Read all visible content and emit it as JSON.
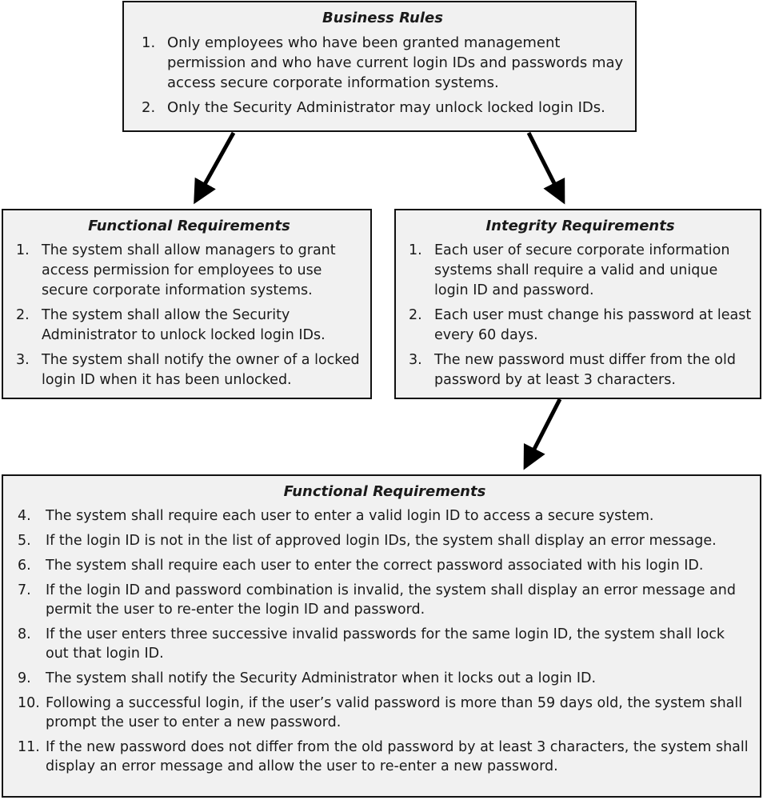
{
  "business_rules": {
    "title": "Business Rules",
    "items": [
      {
        "num": "1.",
        "text": "Only employees who have been granted management permission and who have current login IDs and passwords may access secure corporate information systems."
      },
      {
        "num": "2.",
        "text": "Only the Security Administrator may unlock locked login IDs."
      }
    ]
  },
  "functional_requirements_a": {
    "title": "Functional Requirements",
    "items": [
      {
        "num": "1.",
        "text": "The system shall allow managers to grant access permission for employees to use secure corporate information systems."
      },
      {
        "num": "2.",
        "text": "The system shall allow the Security Administrator to unlock locked login IDs."
      },
      {
        "num": "3.",
        "text": "The system shall notify the owner of a locked login ID when it has been unlocked."
      }
    ]
  },
  "integrity_requirements": {
    "title": "Integrity Requirements",
    "items": [
      {
        "num": "1.",
        "text": "Each user of secure corporate information systems shall require a valid and unique login ID and password."
      },
      {
        "num": "2.",
        "text": "Each user must change his password at least every 60 days."
      },
      {
        "num": "3.",
        "text": "The new password must differ from the old password by at least 3 characters."
      }
    ]
  },
  "functional_requirements_b": {
    "title": "Functional Requirements",
    "items": [
      {
        "num": "4.",
        "text": "The system shall require each user to enter a valid login ID to access a secure system."
      },
      {
        "num": "5.",
        "text": "If the login ID is not in the list of approved login IDs, the system shall display an error message."
      },
      {
        "num": "6.",
        "text": "The system shall require each user to enter the correct password associated with his login ID."
      },
      {
        "num": "7.",
        "text": "If the login ID and password combination is invalid, the system shall display an error message and permit the user to re-enter the login ID and password."
      },
      {
        "num": "8.",
        "text": "If the user enters three successive invalid passwords for the same login ID, the system shall lock out that login ID."
      },
      {
        "num": "9.",
        "text": "The system shall notify the Security Administrator when it locks out a login ID."
      },
      {
        "num": "10.",
        "text": "Following a successful login, if the user’s valid password is more than 59 days old, the system shall prompt the user to enter a new password."
      },
      {
        "num": "11.",
        "text": "If the new password does not differ from the old password by at least 3 characters, the system shall display an error message and allow the user to re-enter a new password."
      }
    ]
  }
}
